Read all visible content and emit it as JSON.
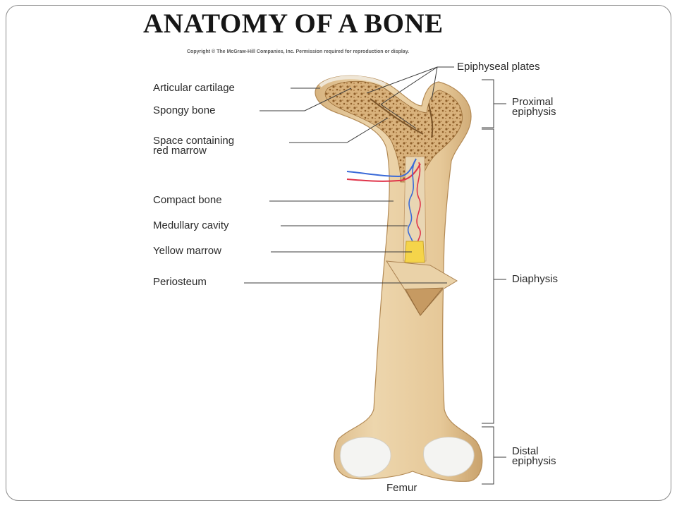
{
  "title": "ANATOMY OF A BONE",
  "copyright": "Copyright © The McGraw-Hill Companies, Inc. Permission required for reproduction or display.",
  "labels_left": {
    "articular_cartilage": "Articular cartilage",
    "spongy_bone": "Spongy bone",
    "space_red_marrow_line1": "Space containing",
    "space_red_marrow_line2": "red marrow",
    "compact_bone": "Compact bone",
    "medullary_cavity": "Medullary cavity",
    "yellow_marrow": "Yellow marrow",
    "periosteum": "Periosteum"
  },
  "labels_right": {
    "epiphyseal_plates": "Epiphyseal plates",
    "proximal_line1": "Proximal",
    "proximal_line2": "epiphysis",
    "diaphysis": "Diaphysis",
    "distal_line1": "Distal",
    "distal_line2": "epiphysis"
  },
  "caption": "Femur",
  "colors": {
    "bone_fill": "#e8cfa2",
    "bone_shade": "#c9a571",
    "spongy": "#b8894a",
    "artery": "#e0344a",
    "vein": "#3a6ad8",
    "yellow_marrow": "#f5d44a",
    "cartilage": "#f4f4f2"
  }
}
